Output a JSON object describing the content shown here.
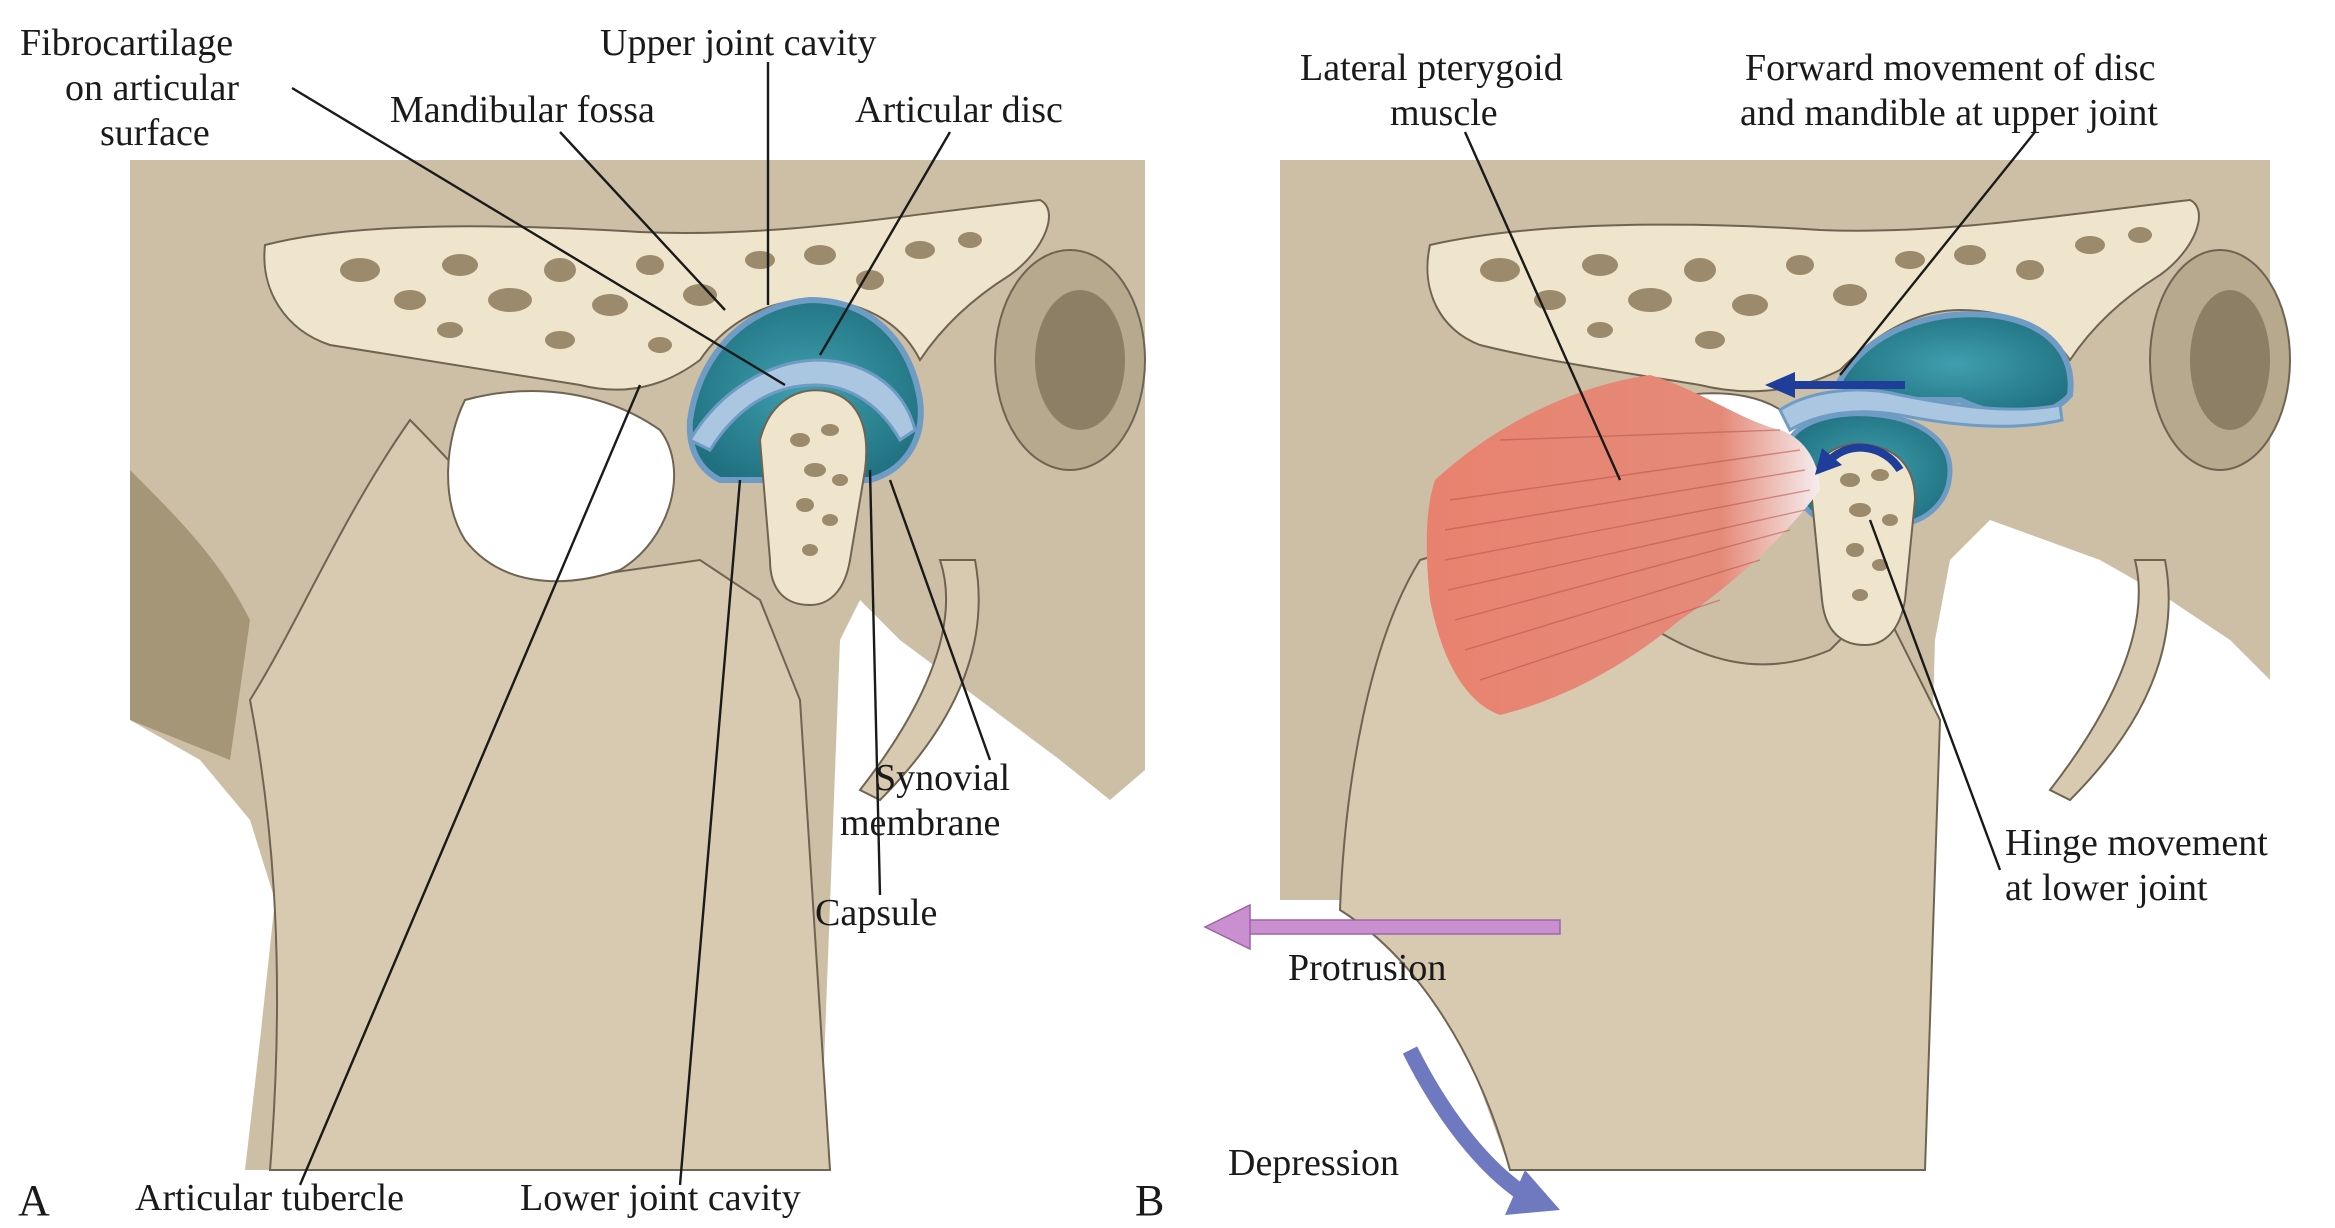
{
  "panels": [
    {
      "letter": "A",
      "labels": {
        "fibrocartilage": [
          "Fibrocartilage",
          "on articular",
          "surface"
        ],
        "upper_joint_cavity": "Upper joint cavity",
        "mandibular_fossa": "Mandibular fossa",
        "articular_disc": "Articular disc",
        "synovial_membrane": [
          "Synovial",
          "membrane"
        ],
        "capsule": "Capsule",
        "articular_tubercle": "Articular tubercle",
        "lower_joint_cavity": "Lower joint cavity"
      }
    },
    {
      "letter": "B",
      "labels": {
        "lateral_pterygoid": [
          "Lateral pterygoid",
          "muscle"
        ],
        "forward_movement": [
          "Forward movement of disc",
          "and mandible at upper joint"
        ],
        "hinge_movement": [
          "Hinge movement",
          "at lower joint"
        ],
        "protrusion": "Protrusion",
        "depression": "Depression"
      }
    }
  ],
  "colors": {
    "bone": "#cdbfa6",
    "bone_shade": "#a89a80",
    "bone_light": "#efe5cc",
    "joint_cavity": "#2f8797",
    "disc": "#aac6e0",
    "muscle": "#e07868",
    "protrusion_arrow": "#c98fcf",
    "depression_arrow": "#6f79c0",
    "movement_arrow": "#1f3e9a"
  }
}
